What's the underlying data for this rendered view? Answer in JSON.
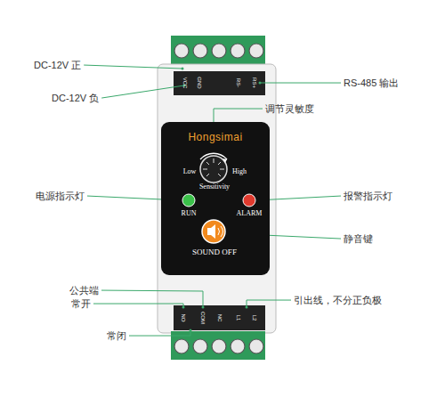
{
  "diagram": {
    "nodes": [
      {
        "text": [
          "Hongsimai",
          "Low",
          "High",
          "Sensitivity",
          "RUN",
          "ALARM",
          "SOUND OFF"
        ]
      }
    ],
    "labels": [
      "DC-12V 正",
      "DC-12V 负",
      "RS-485 输出",
      "调节灵敏度",
      "电源指示灯",
      "报警指示灯",
      "静音键",
      "公共端",
      "常开",
      "引出线，不分正负极",
      "常闭",
      "VCC",
      "GND",
      "RS-",
      "RS+",
      "NO",
      "COM",
      "NC",
      "L1",
      "L2"
    ]
  }
}
